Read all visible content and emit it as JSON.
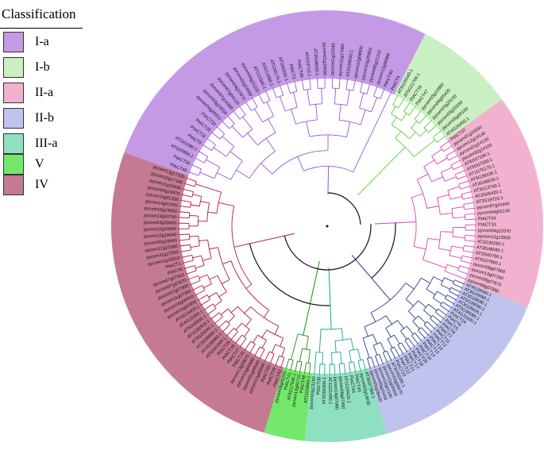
{
  "legend": {
    "title": "Classification",
    "items": [
      {
        "label": "I-a",
        "color": "#c49ae6"
      },
      {
        "label": "I-b",
        "color": "#c9efc2"
      },
      {
        "label": "II-a",
        "color": "#f2b2cf"
      },
      {
        "label": "II-b",
        "color": "#bfc3ee"
      },
      {
        "label": "III-a",
        "color": "#8fe0c0"
      },
      {
        "label": "V",
        "color": "#74e86a"
      },
      {
        "label": "IV",
        "color": "#c57a92"
      }
    ]
  },
  "clades": [
    {
      "name": "I-a",
      "fill": "#c49ae6",
      "branch": "#9a55d6",
      "from": -160,
      "to": -63,
      "leaves": [
        "PtACT49",
        "PtACT36",
        "ATG05890.1",
        "ATG01080.1",
        "PtACT9",
        "PtACT32",
        "PtACT35",
        "PtACT30",
        "pycom04g26910",
        "pycom03g24550",
        "pycom07g14380",
        "pycom07g04120",
        "pycom04g10970",
        "pycom02g24600",
        "pycom04g21220",
        "ATG13340.1",
        "ATG13350.1",
        "ATG33170.1",
        "ATG55330.1",
        "PtACT3",
        "PtACT46",
        "ATG24710.1",
        "AT3G48530.1",
        "pycom01g24630",
        "pycom11g12540",
        "pycom11g17060",
        "AT2G39030.1",
        "pycom12g09900",
        "pycom10g25850",
        "pycom05g21310",
        "pycom12g06880",
        "PtACT40",
        "PtACT4"
      ]
    },
    {
      "name": "I-b",
      "fill": "#c9efc2",
      "branch": "#5ad23c",
      "from": -63,
      "to": -36,
      "leaves": [
        "AT5G25540.1",
        "AT5G21700.1",
        "PtACT16",
        "PtACT47",
        "pycom03g10980",
        "pycom06g05420",
        "pycom03g20150",
        "pycom03g20160",
        "pycom05g00160",
        "AT4G26450.1"
      ]
    },
    {
      "name": "II-a",
      "fill": "#f2b2cf",
      "branch": "#d943b6",
      "from": -36,
      "to": 22,
      "leaves": [
        "PtACT37",
        "pycom01g15550",
        "pycom12g19140",
        "pycom01g14130",
        "pycom02g14100",
        "AT5G07190.1",
        "AT5G07200.1",
        "AT1G76170.1",
        "AT5G38130.1",
        "AT3G06530.1",
        "AT3G13740.1",
        "AT2G05420.1",
        "AT2G19720.1",
        "pycom07g15440",
        "pycom04g01130",
        "PtACT34",
        "PtACT33",
        "pycom04g13370",
        "pycom12g13500",
        "AT3G35280.1",
        "AT3G48080.1",
        "AT2G00790.1",
        "AT5G07860.1",
        "pycom08g07800",
        "pycom13g07260",
        "pycom08g07870",
        "pycom08g07880"
      ]
    },
    {
      "name": "II-b",
      "fill": "#bfc3ee",
      "branch": "#2b3f8f",
      "from": 22,
      "to": 74,
      "leaves": [
        "AT4G29580.1",
        "AT3G29680.1",
        "AT3G29590.1",
        "AT5G39090.1",
        "AT3G29635.1",
        "AT5G39080.1",
        "AT4G31930.1",
        "PtACT24",
        "PtACT6",
        "PtACT5",
        "PtACT8",
        "PtACT7",
        "PtACT11",
        "PtACT12",
        "PtACT10",
        "PtACT13",
        "PtACT14",
        "PtACT19",
        "PtACT20",
        "PtACT18",
        "PtACT17",
        "PtACT21",
        "PtACT22",
        "PtACT23",
        "AT3G50280.1",
        "pycom03g00670",
        "pycom11g05500",
        "pycom10g01190",
        "pycom09g20450",
        "pycom03g08420"
      ]
    },
    {
      "name": "III-a",
      "fill": "#8fe0c0",
      "branch": "#17a882",
      "from": 74,
      "to": 96,
      "leaves": [
        "AT3G07360.1",
        "pycom02g14630",
        "PtACT43",
        "PtACT44",
        "AT1G24420.1",
        "pycom06g07450",
        "pycom14g07060",
        "AT1G31490.1",
        "AT3G50300.1",
        "PtACT39",
        "pycom03g13180"
      ]
    },
    {
      "name": "V",
      "fill": "#74e86a",
      "branch": "#1b8a16",
      "from": 96,
      "to": 107,
      "leaves": [
        "AT1G03940.1",
        "PtACT48",
        "pycom13g05710",
        "AT5G17540.1",
        "PtACT41",
        "pycom08g05200"
      ]
    },
    {
      "name": "IV",
      "fill": "#c57a92",
      "branch": "#b0184f",
      "from": 107,
      "to": 200,
      "leaves": [
        "PtACT42",
        "PtACT29",
        "PtACT30",
        "pycom13g00590",
        "pycom02g09540",
        "pycom13g00660",
        "pycom13g00670",
        "PtACT28",
        "PtACT27",
        "PtACT26",
        "PtACT25",
        "AT5G41040.1",
        "AT2G39980.1",
        "AT2G39990.1",
        "AT3G26040.1",
        "AT1G32910.1",
        "AT5G42830.1",
        "AT4G15390.1",
        "AT4G15400.1",
        "pycom14g02950",
        "pycom16g00010",
        "pycom11g07360",
        "pycom07g07850",
        "pycom07g07870",
        "pycom07g07910",
        "PtACT8",
        "PtACT1",
        "pycom11g19310",
        "pycom11g27550",
        "pycom12g23380",
        "pycom05g19990",
        "pycom10g19040",
        "pycom10g20800",
        "pycom03g20800",
        "pycom13g00780",
        "pycom10g24650",
        "pycom14g01050",
        "pycom14g01330",
        "pycom05g19970",
        "pycom11g16430",
        "pycom10g17190",
        "pycom13g17200"
      ]
    }
  ]
}
